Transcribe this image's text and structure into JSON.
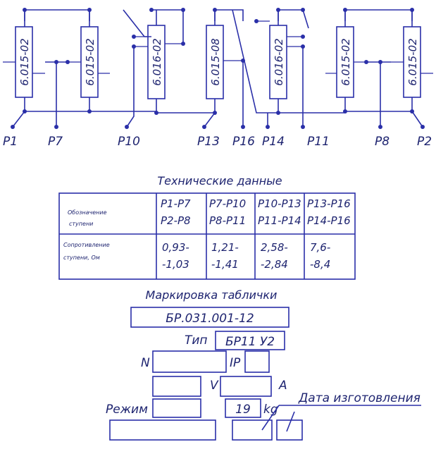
{
  "schematic": {
    "resistors": [
      "6.015-02",
      "6.015-02",
      "6.016-02",
      "6.015-08",
      "6.016-02",
      "6.015-02",
      "6.015-02"
    ],
    "terminals": [
      "P1",
      "P7",
      "P10",
      "P13",
      "P16",
      "P14",
      "P11",
      "P8",
      "P2"
    ]
  },
  "tech_data": {
    "title": "Технические данные",
    "row1_label_line1": "Обозначение",
    "row1_label_line2": "ступени",
    "row2_label_line1": "Сопротивление",
    "row2_label_line2": "ступени, Ом",
    "columns": [
      {
        "h1": "P1-P7",
        "h2": "P2-P8",
        "v1": "0,93-",
        "v2": "-1,03"
      },
      {
        "h1": "P7-P10",
        "h2": "P8-P11",
        "v1": "1,21-",
        "v2": "-1,41"
      },
      {
        "h1": "P10-P13",
        "h2": "P11-P14",
        "v1": "2,58-",
        "v2": "-2,84"
      },
      {
        "h1": "P13-P16",
        "h2": "P14-P16",
        "v1": "7,6-",
        "v2": "-8,4"
      }
    ]
  },
  "plate": {
    "title": "Маркировка таблички",
    "model": "БР.031.001-12",
    "type_label": "Тип",
    "type_value": "БР11 У2",
    "n_label": "N",
    "ip_label": "IP",
    "v_label": "V",
    "a_label": "A",
    "mode_label": "Режим",
    "weight_value": "19",
    "kg_label": "kg",
    "date_label": "Дата изготовления"
  }
}
